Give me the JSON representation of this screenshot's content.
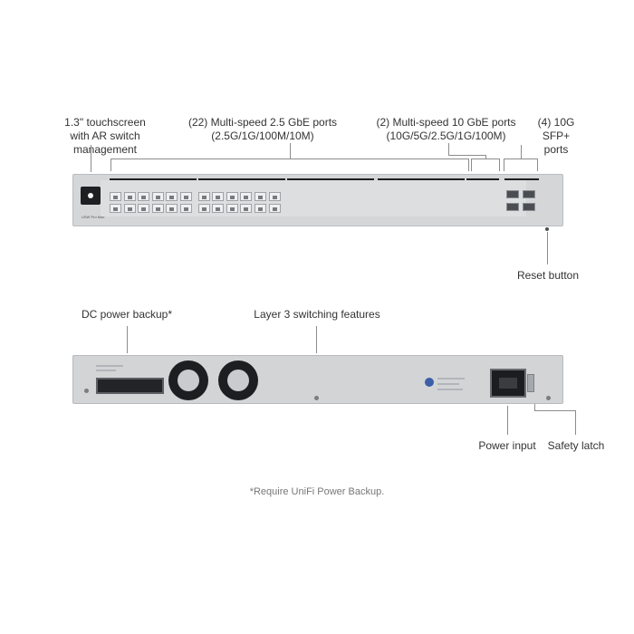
{
  "labels": {
    "touchscreen": "1.3\" touchscreen\nwith AR switch management",
    "ports_25g": "(22) Multi-speed 2.5 GbE ports\n(2.5G/1G/100M/10M)",
    "ports_10g": "(2) Multi-speed 10 GbE ports\n(10G/5G/2.5G/1G/100M)",
    "sfp": "(4) 10G SFP+\nports",
    "reset": "Reset button",
    "dc_power": "DC power backup*",
    "layer3": "Layer 3 switching features",
    "power_input": "Power input",
    "safety_latch": "Safety latch"
  },
  "footnote": "*Require UniFi Power Backup.",
  "device": {
    "brand_text": "USW Pro Max",
    "rj45_port_count": 24,
    "sfp_port_count": 4,
    "accent_color": "#1e1f22"
  }
}
